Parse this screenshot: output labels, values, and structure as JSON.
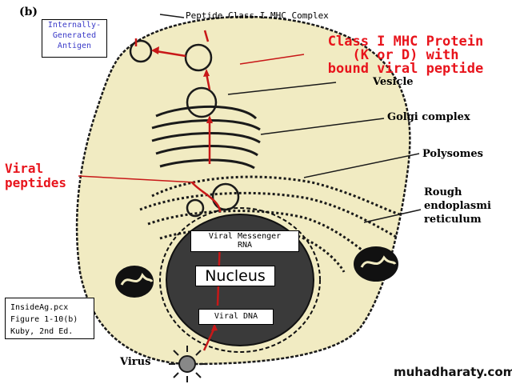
{
  "panel_letter": "(b)",
  "internal_antigen_box": [
    "Internally-",
    "Generated",
    "Antigen"
  ],
  "top_label": "Peptide Class I MHC Complex",
  "class1_label": [
    "Class I MHC Protein",
    "(K or D) with",
    "bound viral peptide"
  ],
  "labels": {
    "vesicle": "Vesicle",
    "golgi": "Golgi complex",
    "polysomes": "Polysomes",
    "rough_er": [
      "Rough",
      "endoplasmi",
      "reticulum"
    ],
    "virus": "Virus"
  },
  "viral_peptides": [
    "Viral",
    "peptides"
  ],
  "viral_mrna": [
    "Viral Messenger",
    "RNA"
  ],
  "nucleus": "Nucleus",
  "viral_dna": "Viral DNA",
  "caption": [
    "InsideAg.pcx",
    "Figure 1-10(b)",
    "Kuby, 2nd Ed."
  ],
  "watermark": "muhadharaty.com",
  "colors": {
    "cell_fill": "#f1ebc2",
    "nucleus_fill": "#3a3a3a",
    "arrow_red": "#c81818",
    "label_red": "#e8141c",
    "antigen_box_text": "#3a3ac8"
  }
}
